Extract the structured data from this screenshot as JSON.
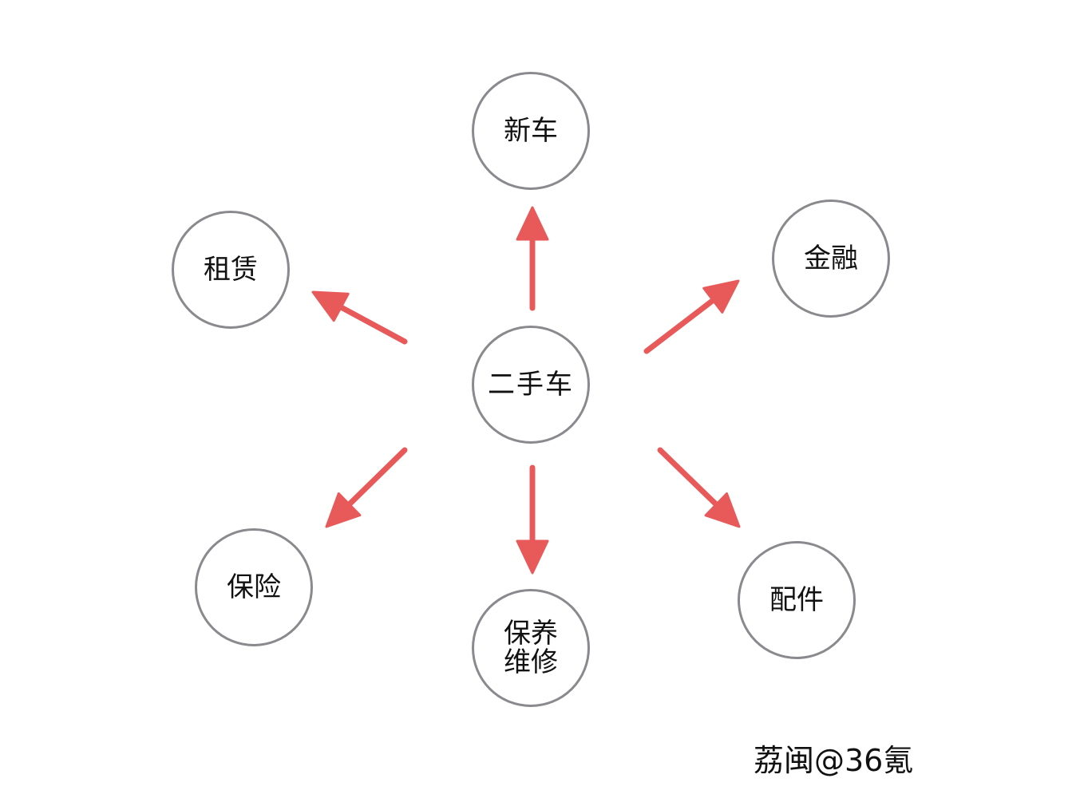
{
  "diagram": {
    "center": {
      "label": "二手车"
    },
    "nodes": [
      {
        "id": "new-car",
        "label": "新车"
      },
      {
        "id": "finance",
        "label": "金融"
      },
      {
        "id": "parts",
        "label": "配件"
      },
      {
        "id": "maintenance",
        "label": "保养\n维修"
      },
      {
        "id": "insurance",
        "label": "保险"
      },
      {
        "id": "leasing",
        "label": "租赁"
      }
    ],
    "arrow_color": "#e85a5a",
    "circle_border_color": "#8a898e"
  },
  "credit": "荔闽@36氪"
}
